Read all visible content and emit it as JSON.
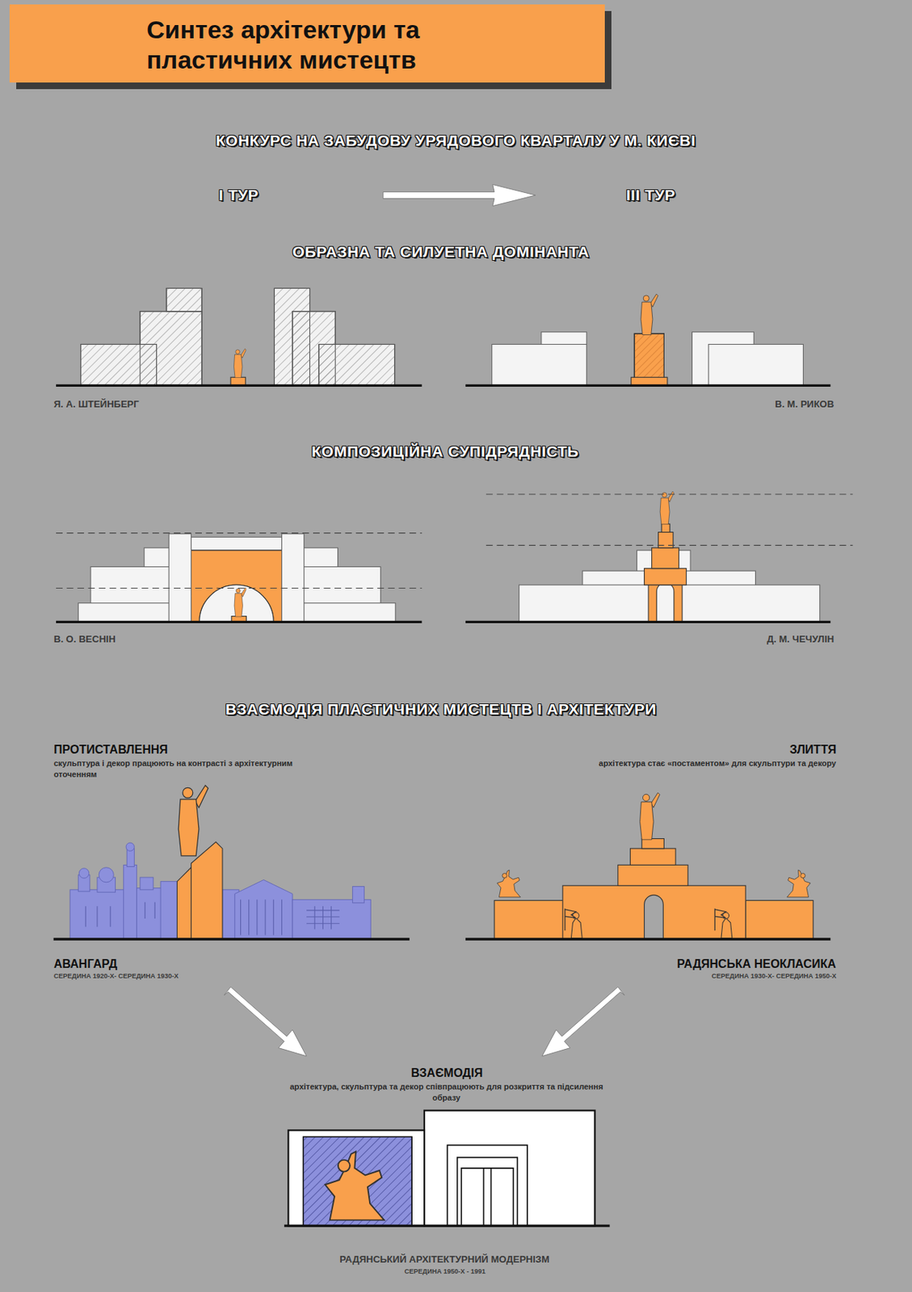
{
  "diagram": {
    "title": "Синтез архітектури та пластичних мистецтв",
    "labels": [
      "КОНКУРС НА ЗАБУДОВУ УРЯДОВОГО КВАРТАЛУ У М. КИЄВІ",
      "I ТУР",
      "III ТУР",
      "ОБРАЗНА ТА СИЛУЕТНА ДОМІНАНТА",
      "Я. А. ШТЕЙНБЕРГ",
      "В. М. РИКОВ",
      "КОМПОЗИЦІЙНА СУПІДРЯДНІСТЬ",
      "В. О. ВЕСНІН",
      "Д. М. ЧЕЧУЛІН",
      "ВЗАЄМОДІЯ ПЛАСТИЧНИХ МИСТЕЦТВ І АРХІТЕКТУРИ",
      "ПРОТИСТАВЛЕННЯ",
      "скульптура і декор працюють на контрасті з архітектурним оточенням",
      "ЗЛИТТЯ",
      "архітектура стає «постаментом» для скульптури та декору",
      "АВАНГАРД",
      "СЕРЕДИНА 1920-Х- СЕРЕДИНА 1930-Х",
      "РАДЯНСЬКА НЕОКЛАСИКА",
      "СЕРЕДИНА 1930-Х- СЕРЕДИНА 1950-Х",
      "ВЗАЄМОДІЯ",
      "архітектура, скульптура та декор співпрацюють для розкриття та підсилення образу",
      "РАДЯНСЬКИЙ АРХІТЕКТУРНИЙ МОДЕРНІЗМ",
      "СЕРЕДИНА 1950-Х - 1991"
    ]
  }
}
